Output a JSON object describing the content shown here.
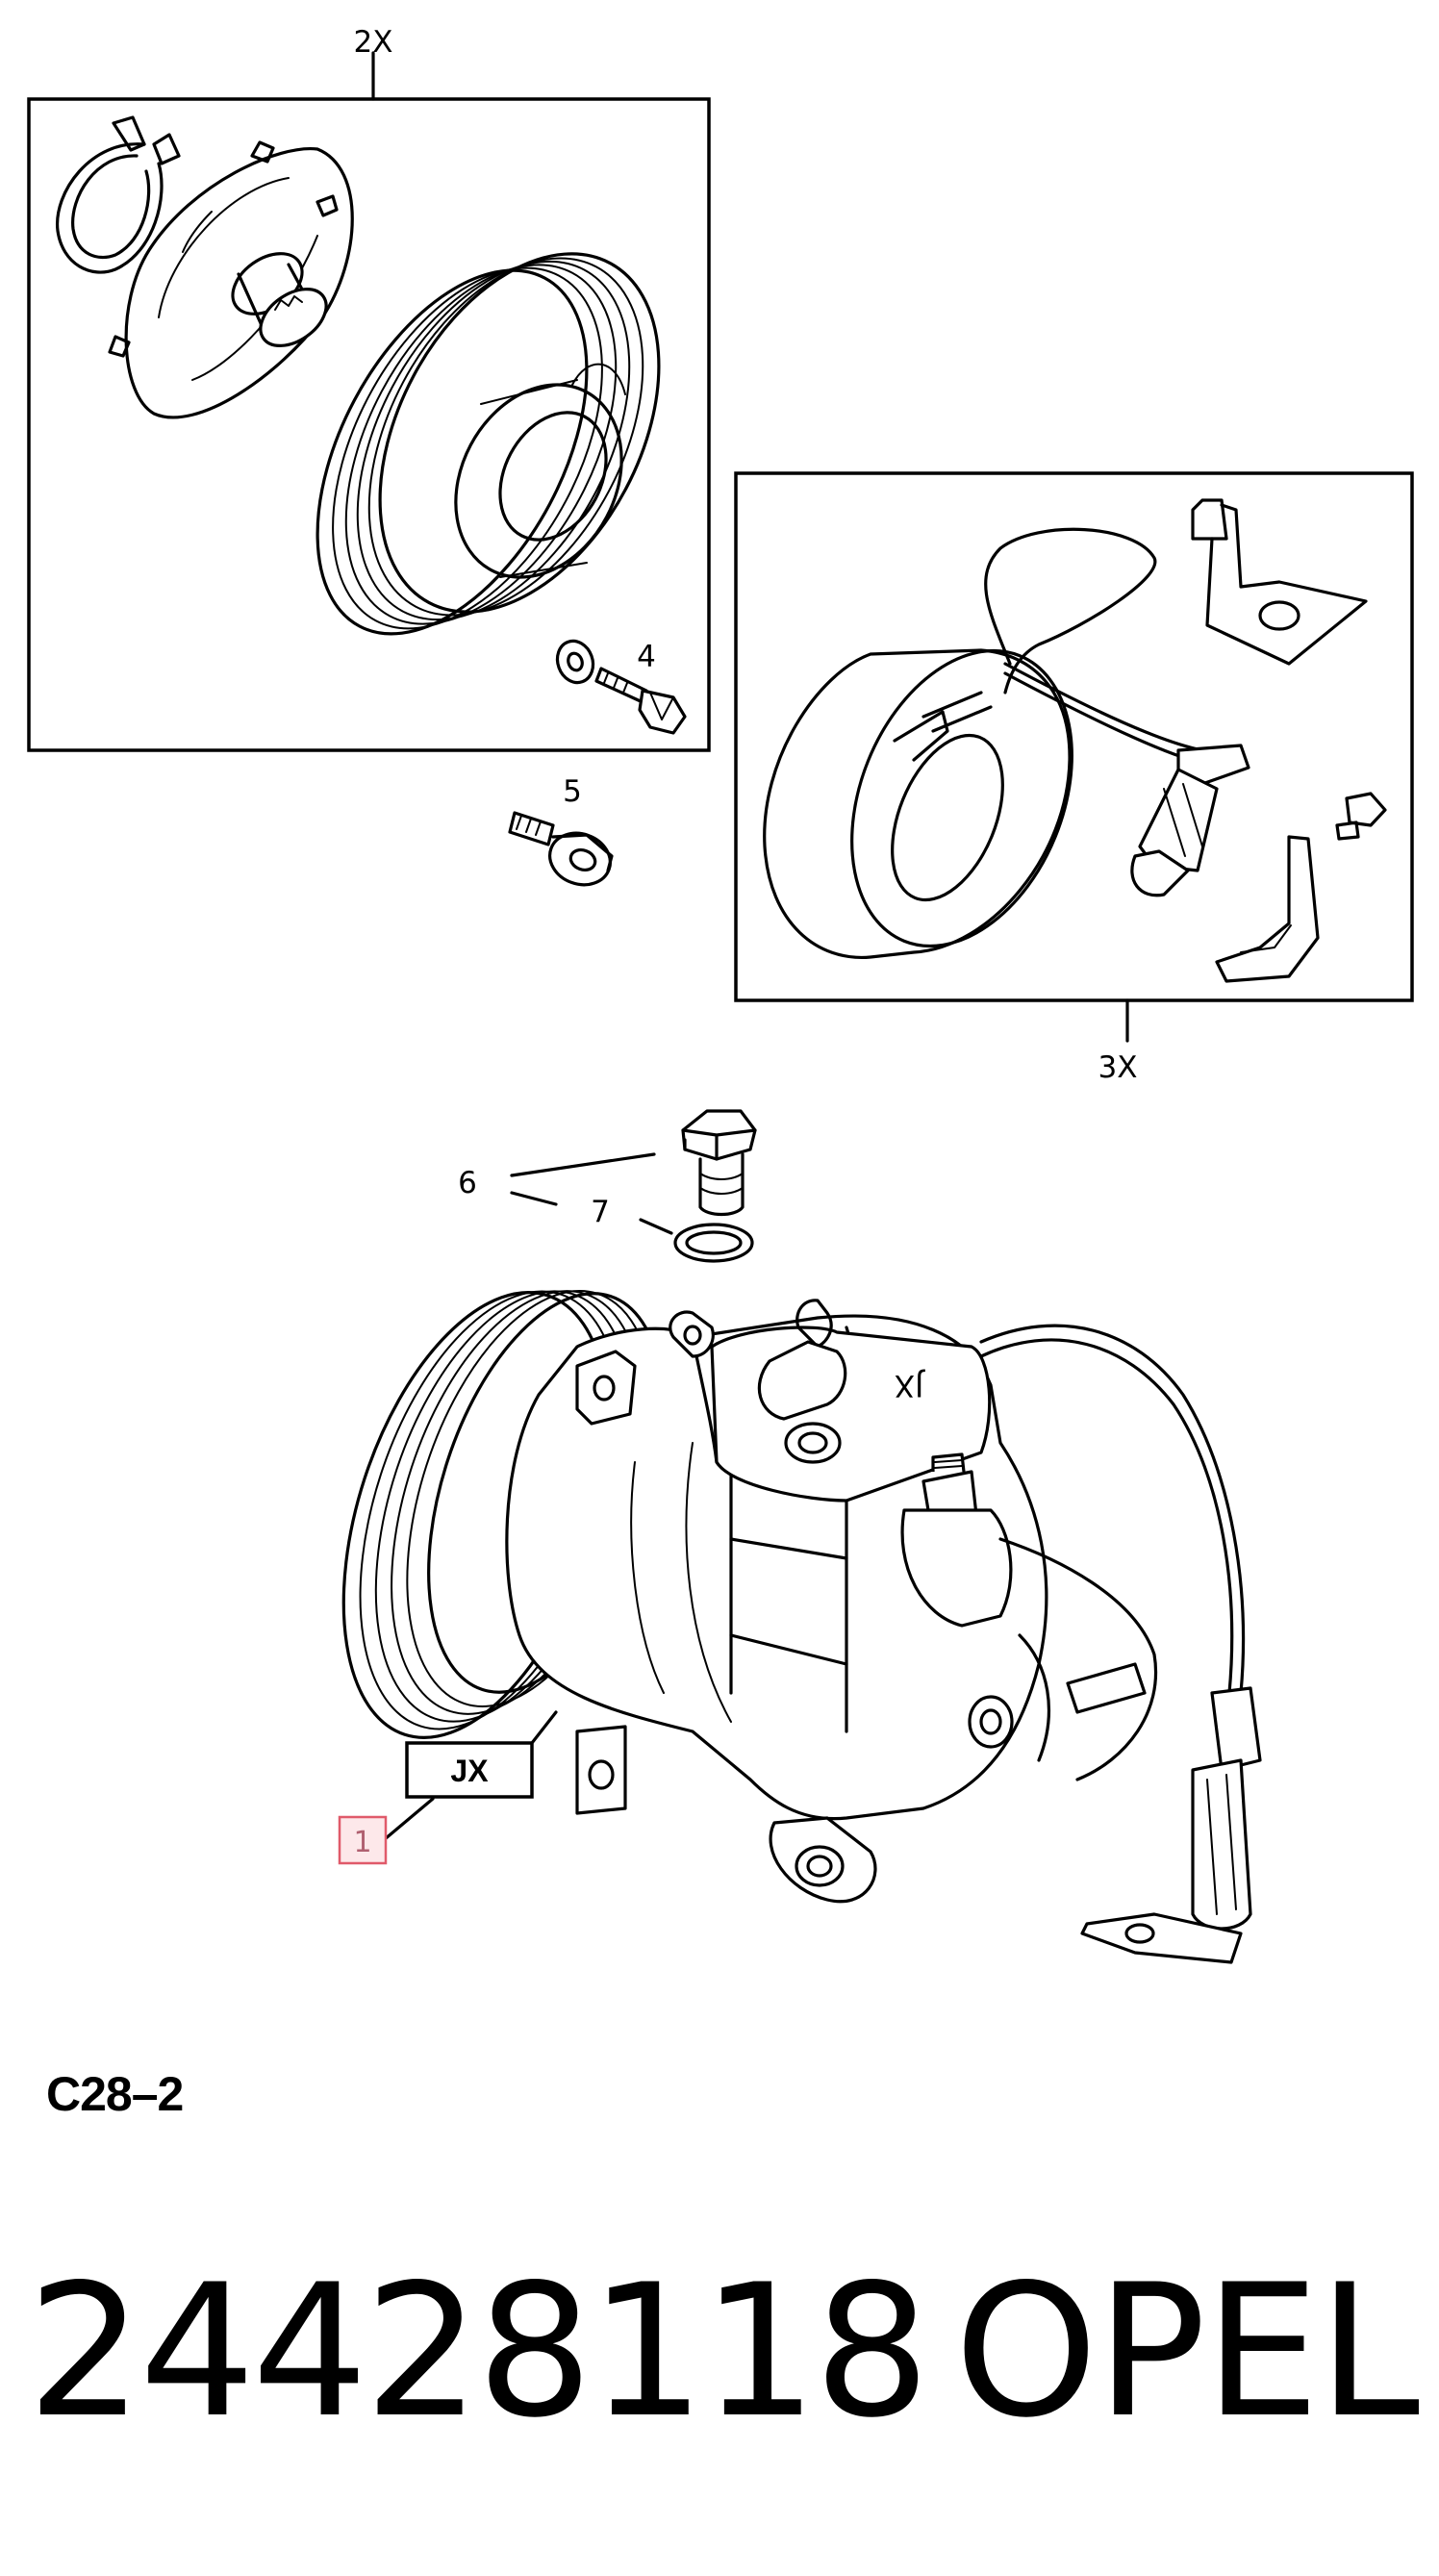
{
  "callouts": {
    "clutch_qty": "2X",
    "item_4": "4",
    "item_5": "5",
    "coil_qty": "3X",
    "item_6": "6",
    "item_7": "7",
    "compressor_code": "JX",
    "item_1": "1",
    "housing_mark": "JX"
  },
  "colors": {
    "line": "#000000",
    "highlight": "#e05a6a",
    "highlight_fill": "#fde8ea"
  },
  "section_code": "C28–2",
  "part_number": "24428118",
  "brand": "OPEL"
}
